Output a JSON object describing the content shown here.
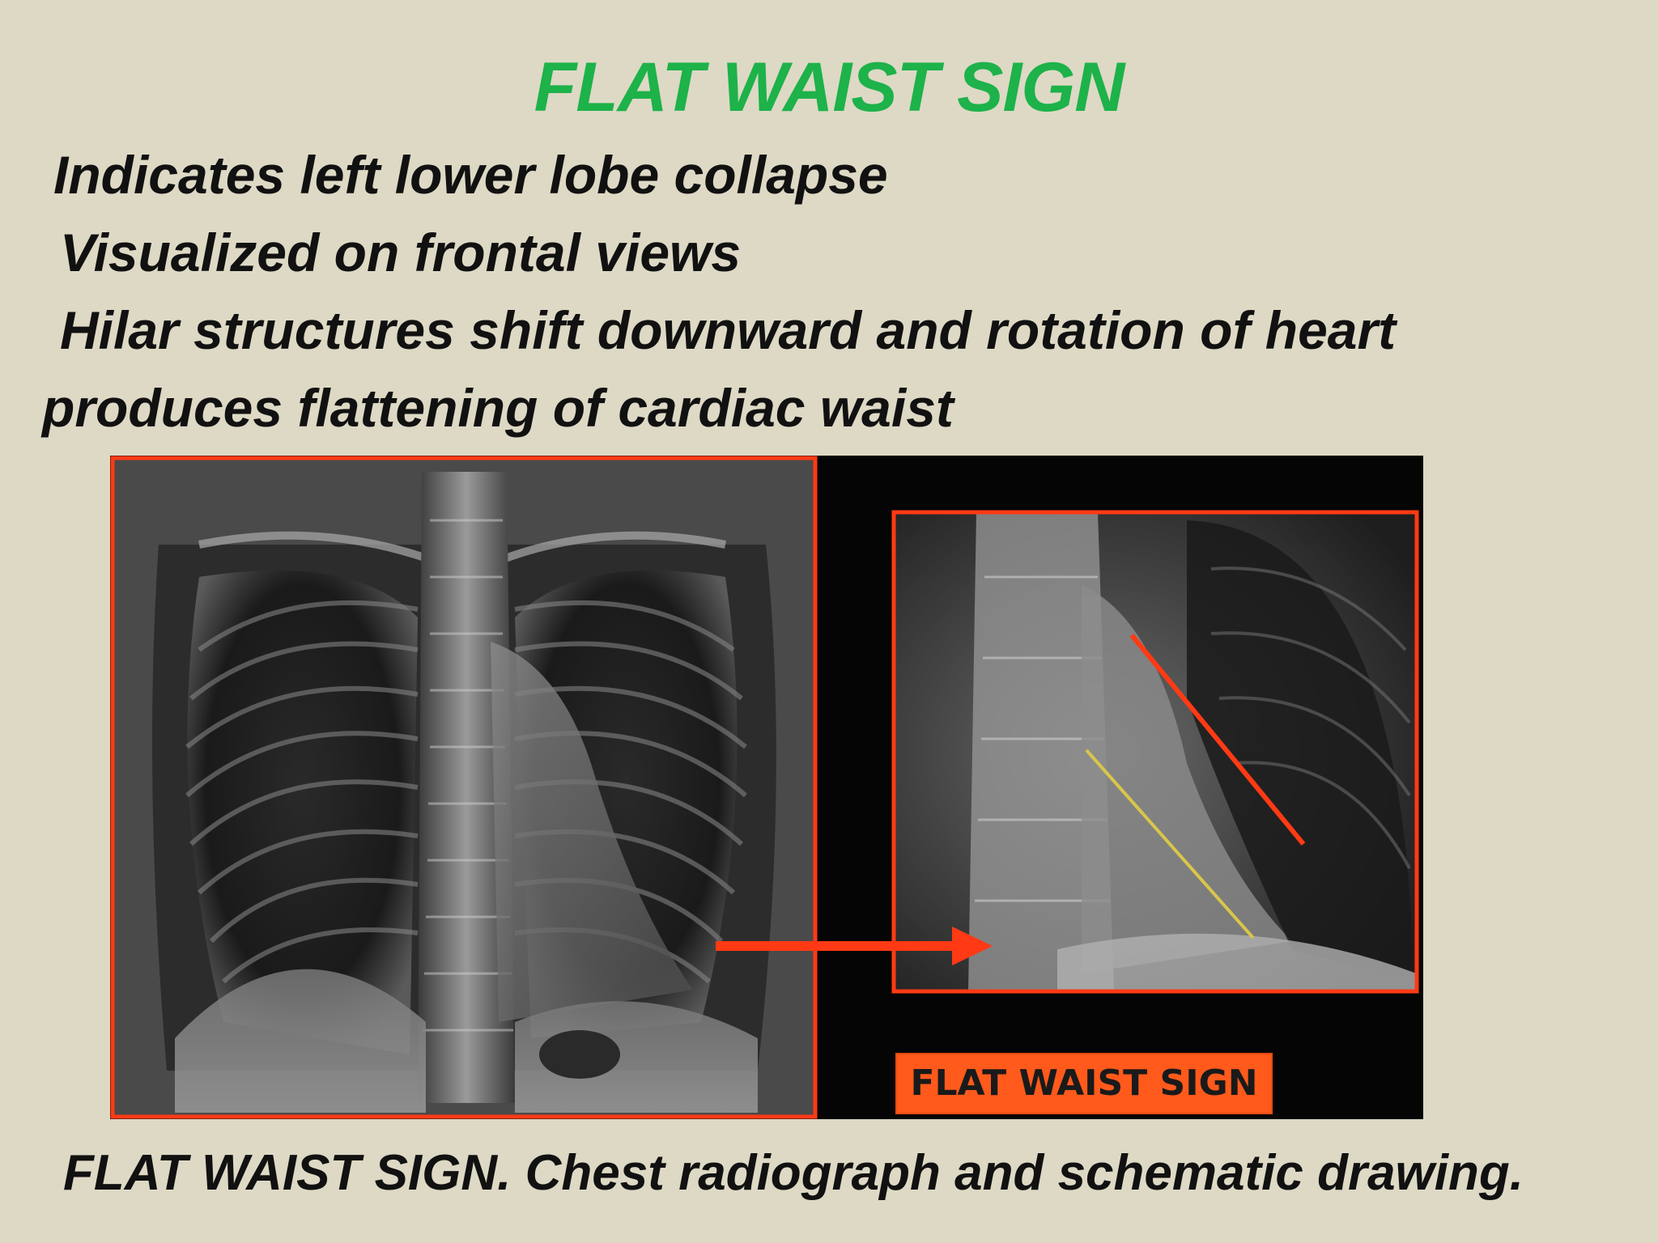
{
  "slide": {
    "title": "FLAT WAIST SIGN",
    "bullets": [
      "Indicates left lower lobe collapse",
      "Visualized on frontal views",
      "Hilar structures shift downward and rotation of heart",
      "produces flattening of cardiac waist"
    ],
    "caption": "FLAT WAIST SIGN. Chest radiograph and schematic drawing."
  },
  "figure": {
    "label": "FLAT WAIST SIGN"
  },
  "colors": {
    "background": "#ddd9c5",
    "title": "#1db24a",
    "accent_frame": "#ff3a14",
    "label_fill": "#ff5a1c",
    "guide_yellow": "#d8c64a"
  }
}
